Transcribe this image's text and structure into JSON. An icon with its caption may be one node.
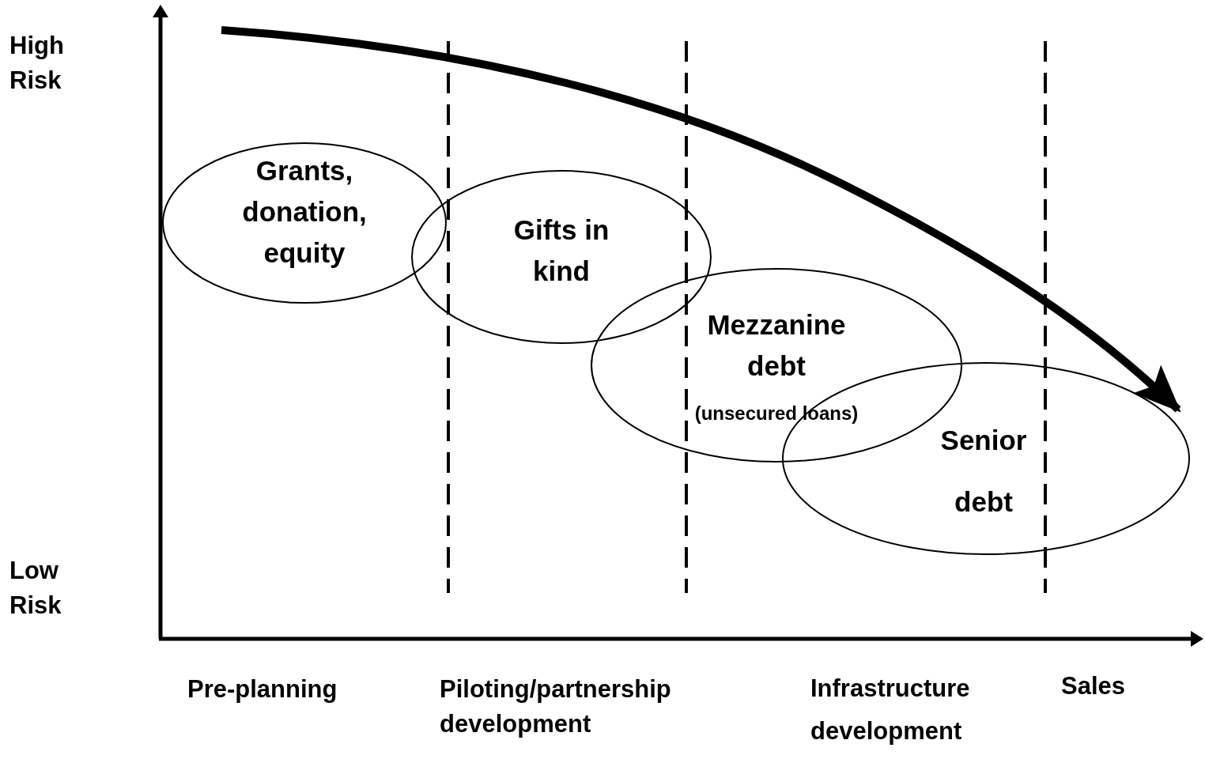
{
  "diagram": {
    "nodes": [
      {
        "text": [
          "Grants, donation, equity"
        ]
      },
      {
        "text": [
          "Gifts in kind"
        ]
      },
      {
        "text": [
          "Mezzanine debt",
          "(unsecured loans)"
        ]
      },
      {
        "text": [
          "Senior debt"
        ]
      }
    ],
    "labels": [
      "High Risk",
      "Low Risk",
      "Pre-planning",
      "Piloting/partnership development",
      "Infrastructure development",
      "Sales"
    ]
  }
}
